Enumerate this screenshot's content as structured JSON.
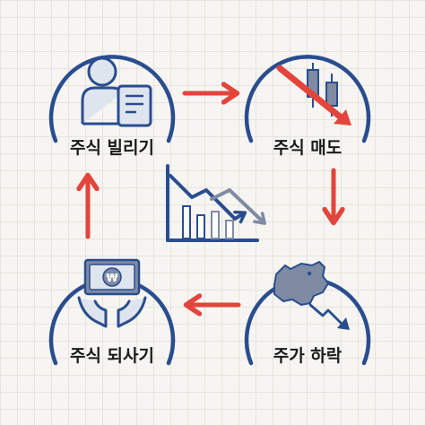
{
  "steps": [
    {
      "label": "주식 빌리기",
      "icon": "person-document-icon"
    },
    {
      "label": "주식 매도",
      "icon": "candlestick-down-arrow-icon"
    },
    {
      "label": "주가 하락",
      "icon": "bear-down-arrow-icon"
    },
    {
      "label": "주식 되사기",
      "icon": "hands-banknote-icon"
    }
  ],
  "center_icon": "falling-chart-icon",
  "banknote_symbol": "₩",
  "colors": {
    "ring": "#2a4d8f",
    "arrow": "#e3453c",
    "icon_fill": "#7e8ba3",
    "icon_stroke": "#2a4d8f",
    "paper": "#f6f5f1",
    "grid": "#e6e4de"
  }
}
